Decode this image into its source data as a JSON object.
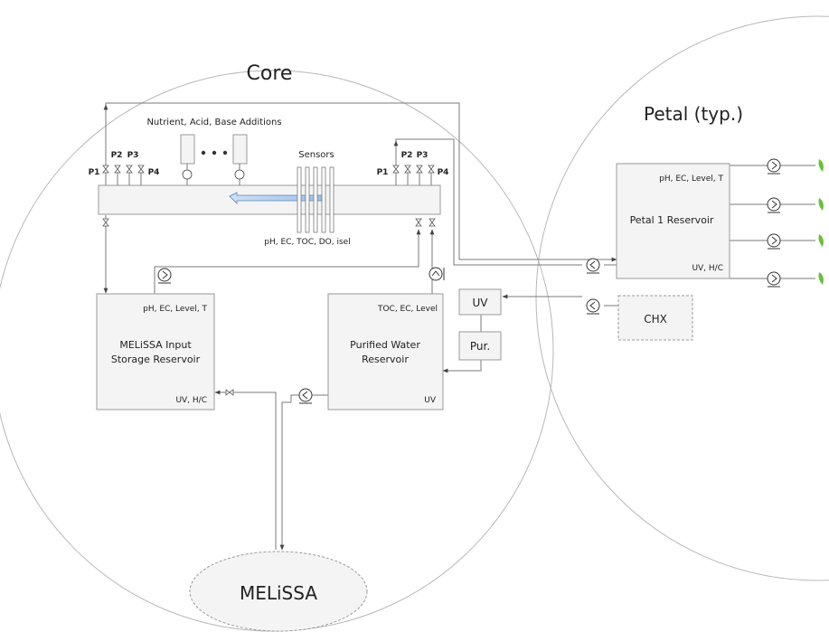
{
  "titles": {
    "core": "Core",
    "petal": "Petal (typ.)",
    "melissa": "MELiSSA"
  },
  "manifold": {
    "additions_label": "Nutrient, Acid, Base Additions",
    "sensors_label": "Sensors",
    "sensor_params": "pH, EC, TOC, DO, isel",
    "ports_left": [
      "P1",
      "P2",
      "P3",
      "P4"
    ],
    "ports_right": [
      "P1",
      "P2",
      "P3",
      "P4"
    ]
  },
  "reservoirs": {
    "melissa_input": {
      "params": "pH, EC, Level, T",
      "name_line1": "MELiSSA Input",
      "name_line2": "Storage Reservoir",
      "footer": "UV, H/C"
    },
    "purified_water": {
      "params": "TOC, EC, Level",
      "name_line1": "Purified Water",
      "name_line2": "Reservoir",
      "footer": "UV"
    },
    "petal1": {
      "params": "pH, EC, Level, T",
      "name": "Petal 1 Reservoir",
      "footer": "UV, H/C"
    }
  },
  "units": {
    "uv": "UV",
    "purifier": "Pur.",
    "chx": "CHX"
  },
  "colors": {
    "plant": "#6abf3a",
    "arrow_fill": "#a9c7ea",
    "arrow_stroke": "#5a86b8"
  }
}
